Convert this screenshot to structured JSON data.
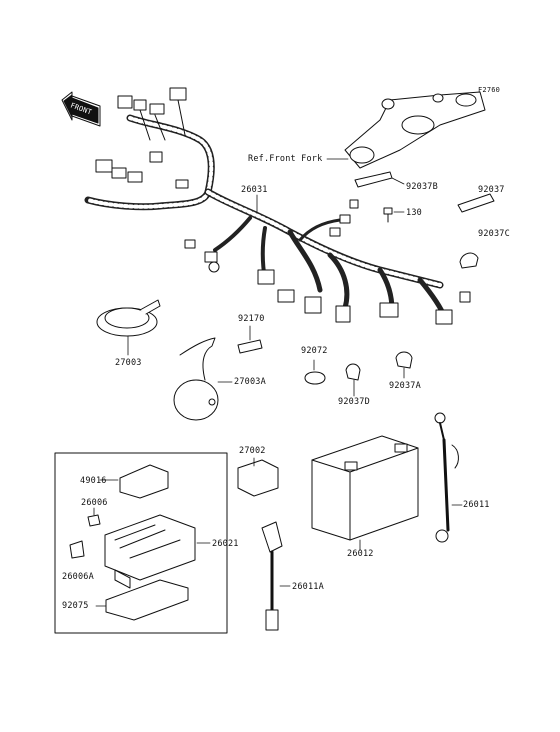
{
  "figure_code": "F2760",
  "front_label": "FRONT",
  "ref_label": "Ref.Front Fork",
  "parts": [
    {
      "id": "26031"
    },
    {
      "id": "92037B"
    },
    {
      "id": "92037"
    },
    {
      "id": "130"
    },
    {
      "id": "92037C"
    },
    {
      "id": "27003"
    },
    {
      "id": "92170"
    },
    {
      "id": "27003A"
    },
    {
      "id": "92072"
    },
    {
      "id": "92037D"
    },
    {
      "id": "92037A"
    },
    {
      "id": "27002"
    },
    {
      "id": "49016"
    },
    {
      "id": "26006"
    },
    {
      "id": "26006A"
    },
    {
      "id": "26021"
    },
    {
      "id": "92075"
    },
    {
      "id": "26011A"
    },
    {
      "id": "26012"
    },
    {
      "id": "26011"
    }
  ]
}
